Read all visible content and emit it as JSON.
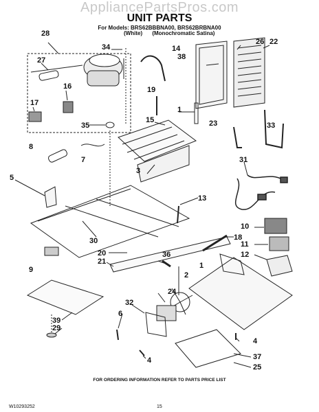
{
  "header": {
    "watermark": "AppliancePartsPros.com",
    "title": "UNIT PARTS",
    "models": "For Models: BRS62BBBNA00, BRS62BRBNA00",
    "variant_1": "(White)",
    "variant_2": "(Monochromatic Satina)"
  },
  "callouts": [
    "28",
    "34",
    "14",
    "38",
    "26",
    "22",
    "27",
    "16",
    "17",
    "35",
    "19",
    "1",
    "15",
    "23",
    "33",
    "8",
    "7",
    "3",
    "31",
    "5",
    "13",
    "30",
    "20",
    "21",
    "36",
    "18",
    "10",
    "11",
    "12",
    "9",
    "1",
    "2",
    "24",
    "32",
    "6",
    "4",
    "39",
    "29",
    "4",
    "37",
    "25"
  ],
  "footer": {
    "note": "FOR ORDERING INFORMATION REFER TO PARTS PRICE LIST",
    "doc_number": "W10293252",
    "page": "15"
  }
}
